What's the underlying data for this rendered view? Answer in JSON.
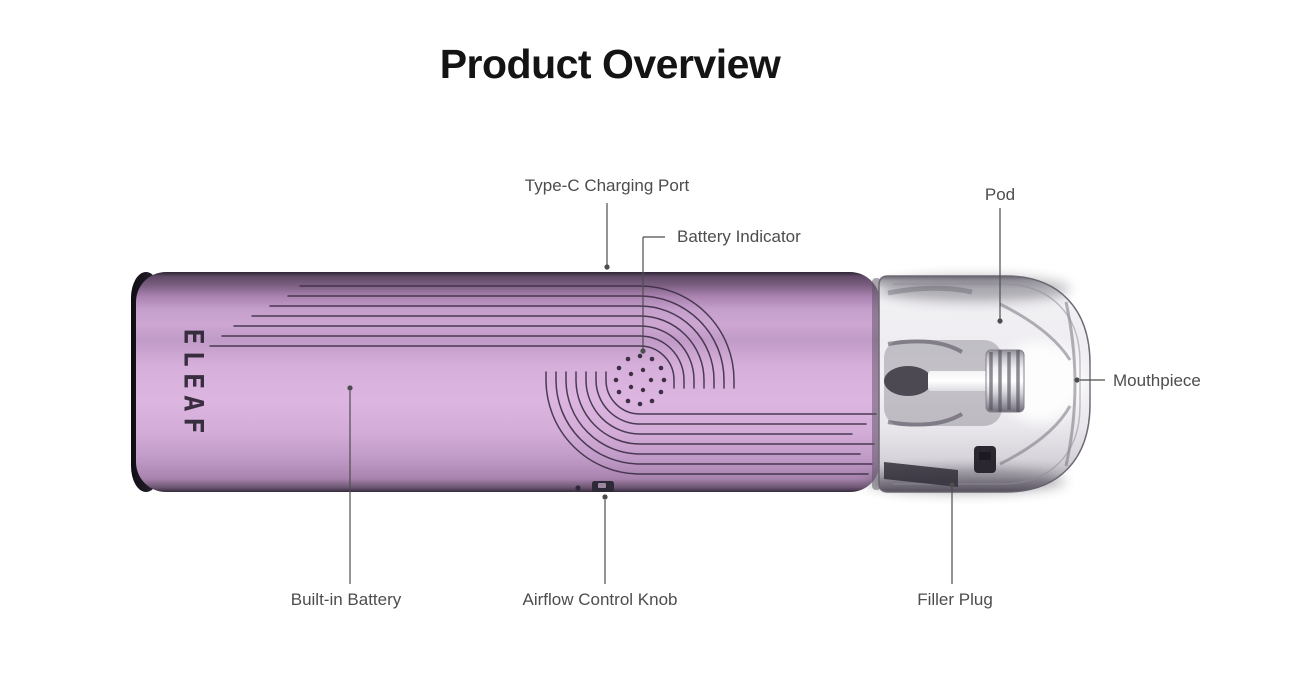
{
  "title": "Product Overview",
  "brand_logo": "ELEAF",
  "callouts": {
    "type_c_charging_port": "Type-C Charging Port",
    "battery_indicator": "Battery Indicator",
    "pod": "Pod",
    "mouthpiece": "Mouthpiece",
    "built_in_battery": "Built-in Battery",
    "airflow_control_knob": "Airflow Control Knob",
    "filler_plug": "Filler Plug"
  },
  "colors": {
    "body_lavender": "#d5afd9",
    "body_dark_edge": "#3a2f42",
    "decorative_line": "#3c2e45",
    "pod_tint": "#efedf1",
    "title_text": "#141414",
    "label_text": "#4d4d4d",
    "leader_line": "#4d4d4d"
  }
}
